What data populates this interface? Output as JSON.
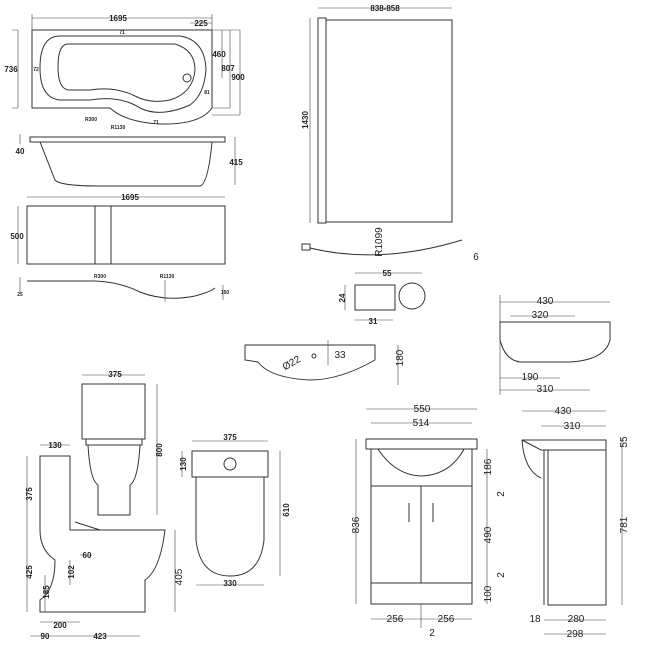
{
  "bath_plan": {
    "width": "1695",
    "tap_offset": "225",
    "d460": "460",
    "d807": "807",
    "d900": "900",
    "d736": "736",
    "rim_left": "72",
    "rim_top": "71",
    "rim_bottom": "71",
    "rim_right": "81",
    "radius_small": "R300",
    "radius_large": "R1130"
  },
  "bath_side": {
    "rim": "40",
    "height": "415"
  },
  "bath_panel": {
    "width": "1695",
    "height": "500"
  },
  "panel_curve": {
    "d25": "25",
    "radius_small": "R300",
    "radius_large": "R1130",
    "depth": "150"
  },
  "screen": {
    "width": "838-858",
    "height": "1430",
    "radius": "R1099",
    "thickness": "6"
  },
  "profile": {
    "width": "55",
    "height": "24",
    "base": "31"
  },
  "basin_top": {
    "tap_hole": "Ø22",
    "offset": "33",
    "depth": "180"
  },
  "basin_side": {
    "width": "430",
    "top": "320",
    "d190": "190",
    "d310": "310"
  },
  "toilet_front": {
    "cistern_width": "375",
    "height": "800"
  },
  "toilet_side": {
    "cistern_depth": "130",
    "cistern_height": "375",
    "pan_height": "425",
    "outlet_height": "185",
    "outlet_size": "102",
    "outlet_width": "60",
    "d200": "200",
    "d90": "90",
    "d423": "423",
    "seat_height": "405"
  },
  "toilet_top": {
    "width": "375",
    "cistern_depth": "130",
    "length": "610",
    "pan_width": "330"
  },
  "vanity_front": {
    "width": "550",
    "basin_width": "514",
    "height": "836",
    "basin_height": "186",
    "gap1": "2",
    "door_height": "490",
    "gap2": "2",
    "plinth": "100",
    "door_left": "256",
    "door_right": "256",
    "gap3": "2"
  },
  "vanity_side": {
    "width": "430",
    "basin_depth": "310",
    "rim": "55",
    "height": "781",
    "back": "18",
    "body": "280",
    "depth": "298"
  }
}
